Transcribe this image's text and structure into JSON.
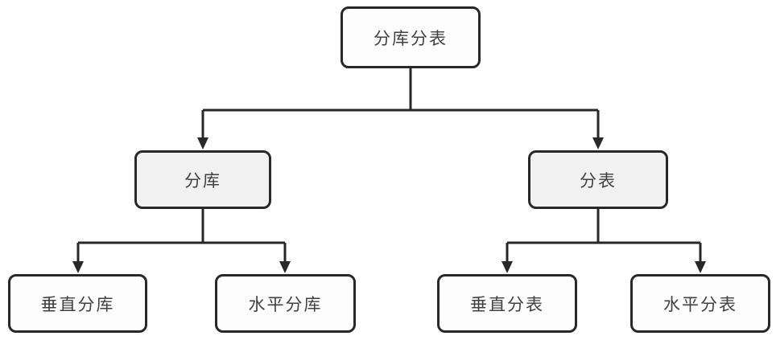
{
  "diagram": {
    "type": "tree",
    "nodes": {
      "root": {
        "label": "分库分表",
        "level": 1
      },
      "db": {
        "label": "分库",
        "level": 2
      },
      "table": {
        "label": "分表",
        "level": 2
      },
      "vdb": {
        "label": "垂直分库",
        "level": 3
      },
      "hdb": {
        "label": "水平分库",
        "level": 3
      },
      "vtable": {
        "label": "垂直分表",
        "level": 3
      },
      "htable": {
        "label": "水平分表",
        "level": 3
      }
    },
    "edges": [
      {
        "from": "root",
        "to": "db",
        "arrow": true
      },
      {
        "from": "root",
        "to": "table",
        "arrow": true
      },
      {
        "from": "db",
        "to": "vdb",
        "arrow": true
      },
      {
        "from": "db",
        "to": "hdb",
        "arrow": true
      },
      {
        "from": "table",
        "to": "vtable",
        "arrow": true
      },
      {
        "from": "table",
        "to": "htable",
        "arrow": true
      }
    ],
    "colors": {
      "background": "#ffffff",
      "node_border": "#282828",
      "edge_line": "#282828",
      "text": "#404040",
      "level2_fill": "#f1f1f1",
      "default_fill": "#fdfdfd"
    }
  }
}
